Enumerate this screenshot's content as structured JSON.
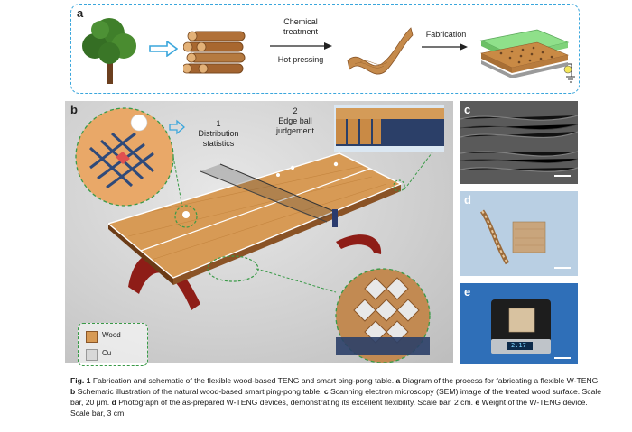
{
  "panel_a": {
    "label": "a",
    "step1_line1": "Chemical",
    "step1_line2": "treatment",
    "step2": "Hot pressing",
    "step3": "Fabrication"
  },
  "panel_b": {
    "label": "b",
    "callout1_num": "1",
    "callout1_line1": "Distribution",
    "callout1_line2": "statistics",
    "callout2_num": "2",
    "callout2_line1": "Edge ball",
    "callout2_line2": "judgement",
    "legend_wood": "Wood",
    "legend_cu": "Cu"
  },
  "panel_c": {
    "label": "c"
  },
  "panel_d": {
    "label": "d"
  },
  "panel_e": {
    "label": "e",
    "scale_readout": "2.17"
  },
  "caption": {
    "fig": "Fig. 1",
    "t1": " Fabrication and schematic of the flexible wood-based TENG and smart ping-pong table. ",
    "a": "a",
    "t2": " Diagram of the process for fabricating a flexible W-TENG.",
    "b": "b",
    "t3": " Schematic illustration of the natural wood-based smart ping-pong table. ",
    "c": "c",
    "t4": " Scanning electron microscopy (SEM) image of the treated wood surface. Scale bar, 20 μm. ",
    "d": "d",
    "t5": " Photograph of the as-prepared W-TENG devices, demonstrating its excellent flexibility. Scale bar, 2 cm. ",
    "e": "e",
    "t6": " Weight of the W-TENG device. Scale bar, 3 cm"
  },
  "colors": {
    "accent_blue": "#3aa6dc",
    "dashed_green": "#3a9a48",
    "wood": "#c98a45",
    "copper_gray": "#d8d8d8"
  }
}
